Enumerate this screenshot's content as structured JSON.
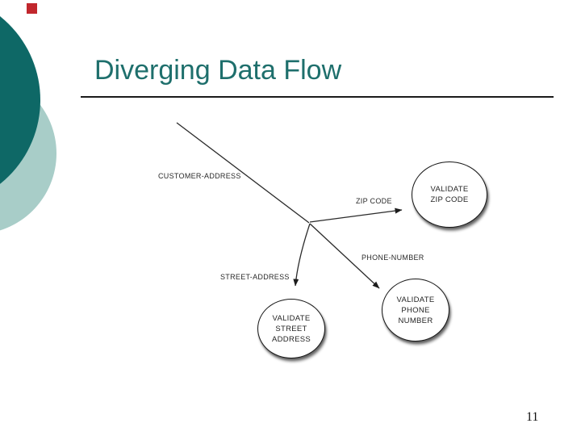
{
  "slide": {
    "title": "Diverging Data Flow",
    "page_number": "11"
  },
  "colors": {
    "title_text": "#1e6f6c",
    "dark_decorative_circle": "#0e6866",
    "light_decorative_circle": "#a8cdc8",
    "accent_square": "#c1272d",
    "diagram_lines": "#2b2b2b"
  },
  "diagram": {
    "flow_labels": {
      "customer_address": "CUSTOMER-ADDRESS",
      "zip_code": "ZIP CODE",
      "phone_number": "PHONE-NUMBER",
      "street_address": "STREET-ADDRESS"
    },
    "processes": {
      "validate_zip": {
        "line1": "VALIDATE",
        "line2": "ZIP CODE"
      },
      "validate_phone": {
        "line1": "VALIDATE",
        "line2": "PHONE",
        "line3": "NUMBER"
      },
      "validate_street": {
        "line1": "VALIDATE",
        "line2": "STREET",
        "line3": "ADDRESS"
      }
    }
  }
}
